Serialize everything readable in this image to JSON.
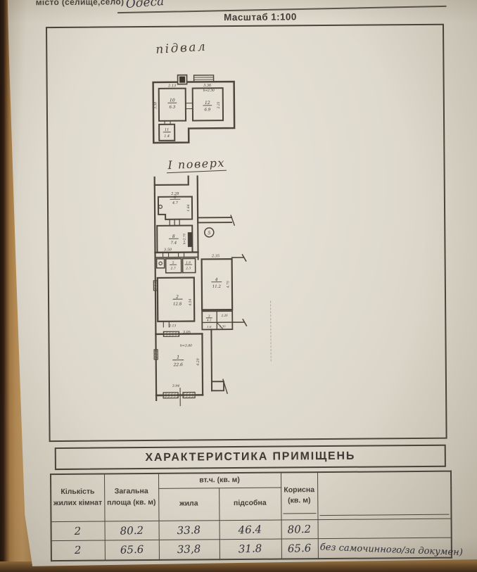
{
  "header": {
    "settlement_label": "місто (селище,село)",
    "settlement_value": "Одеса",
    "scale_label": "Масштаб 1:100"
  },
  "colors": {
    "paper": "#ded9cd",
    "ink": "#4a443c",
    "handwriting": "#31313c",
    "wood": "#a87f4c"
  },
  "plans": {
    "basement": {
      "title": "підвал",
      "labels": {
        "dim_top_left": "2.13",
        "room_left_num": "10",
        "room_left_area": "6.3",
        "dim_left_side": "3.38",
        "dim_top_right": "3.36",
        "height_note": "h=2.30",
        "room_right_num": "12",
        "room_right_area": "6.9",
        "dim_right_side": "2.21",
        "room_small_num": "11",
        "room_small_area": "1.4"
      }
    },
    "floor1": {
      "title": "І поверх",
      "labels": {
        "room6_dim_top": "2.28",
        "room6_num": "6",
        "room6_area": "4.7",
        "room6_dim_right": "1.64",
        "room8_num": "8",
        "room8_area": "7.4",
        "room8_height": "h=2.70",
        "apartment_circle": "5",
        "dim_350": "3.50",
        "room5_num": "5",
        "room5_area": "2.7",
        "room7_num": "1.6",
        "room7_area": "2.3",
        "room4_dim_top": "2.35",
        "room4_num": "4",
        "room4_area": "11.2",
        "room4_dim_right": "4.75",
        "room2_num": "2",
        "room2_area": "12.8",
        "room2_dim_right": "4.54",
        "room2_dim_bottom": "2.13",
        "room3_num": "3",
        "room3_area": "4.1",
        "room3_dim": "2.26",
        "sub_dim": "1.35",
        "sub_area": "1.6",
        "room1_dim_top": "3.05",
        "room1_height": "h=3.80",
        "room1_num": "1",
        "room1_area": "22.6",
        "room1_dim_right": "4.29",
        "room1_dim_bottom": "3.94"
      }
    }
  },
  "table": {
    "title": "ХАРАКТЕРИСТИКА ПРИМІЩЕНЬ",
    "headers": {
      "rooms_count": "Кількість жилих кімнат",
      "total_area": "Загальна площа (кв. м)",
      "including": "вт.ч. (кв. м)",
      "living": "жила",
      "auxiliary": "підсобна",
      "useful": "Корисна (кв. м)"
    },
    "rows": [
      {
        "rooms": "2",
        "total": "80.2",
        "living": "33.8",
        "auxiliary": "46.4",
        "useful": "80.2",
        "note": ""
      },
      {
        "rooms": "2",
        "total": "65.6",
        "living": "33,8",
        "auxiliary": "31.8",
        "useful": "65.6",
        "note": "без самочинного/за докумен)"
      }
    ]
  }
}
